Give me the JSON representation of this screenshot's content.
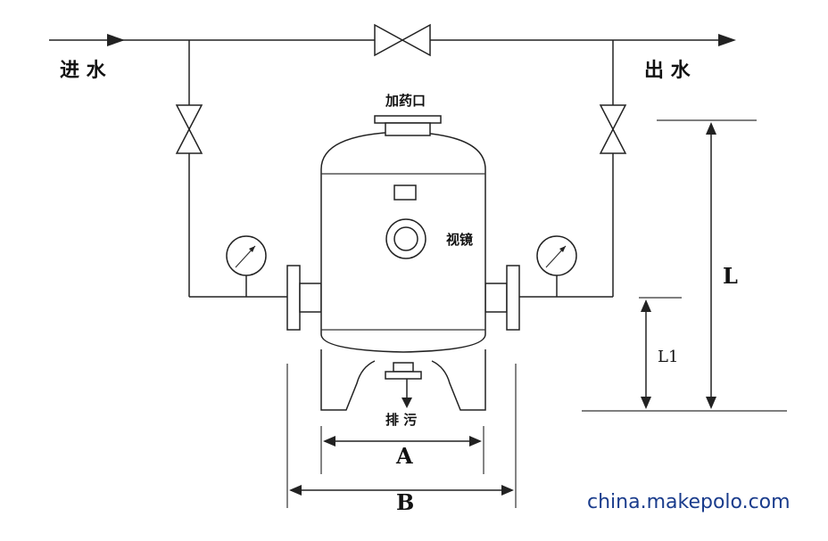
{
  "labels": {
    "inlet": "进 水",
    "outlet": "出 水",
    "dosing_port": "加药口",
    "sight_glass": "视镜",
    "drain": "排 污",
    "dim_a": "A",
    "dim_b": "B",
    "dim_l": "L",
    "dim_l1": "L1"
  },
  "watermark": "china.makepolo.com",
  "colors": {
    "line": "#222222",
    "watermark": "#1a3c8c"
  }
}
